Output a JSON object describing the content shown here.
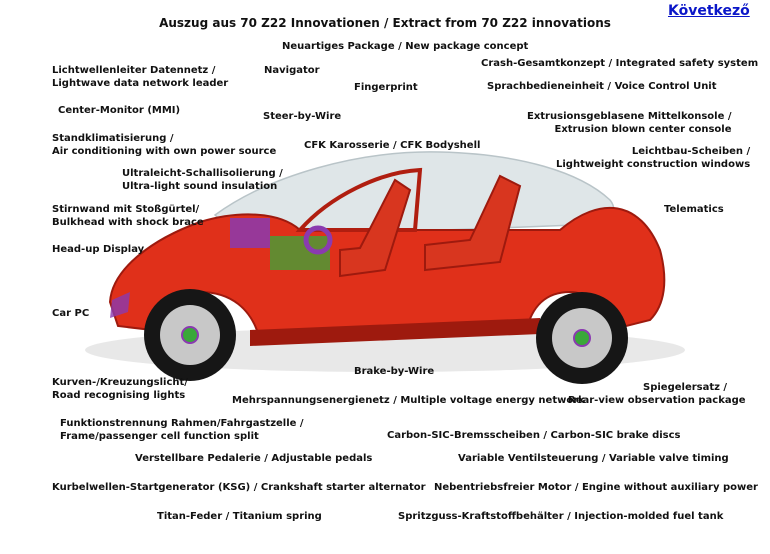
{
  "title": "Auszug aus 70 Z22 Innovationen / Extract  from 70 Z22 innovations",
  "next_link": "Következő",
  "labels": {
    "package": "Neuartiges Package / New package concept",
    "lichtwellen_1": "Lichtwellenleiter Datennetz /",
    "lichtwellen_2": "Lightwave data network leader",
    "navigator": "Navigator",
    "crash": "Crash-Gesamtkonzept / Integrated safety system",
    "fingerprint": "Fingerprint",
    "sprach": "Sprachbedieneinheit / Voice Control Unit",
    "center_monitor": "Center-Monitor (MMI)",
    "steer": "Steer-by-Wire",
    "extrusion_1": "Extrusionsgeblasene Mittelkonsole /",
    "extrusion_2": "Extrusion blown center console",
    "stand_1": "Standklimatisierung /",
    "stand_2": "Air conditioning with own power source",
    "cfk": "CFK Karosserie / CFK Bodyshell",
    "leichtbau_1": "Leichtbau-Scheiben /",
    "leichtbau_2": "Lightweight construction windows",
    "ultra_1": "Ultraleicht-Schallisolierung /",
    "ultra_2": "Ultra-light sound insulation",
    "stirnwand_1": "Stirnwand mit Stoßgürtel/",
    "stirnwand_2": "Bulkhead with shock brace",
    "telematics": "Telematics",
    "headup": "Head-up Display",
    "carpc": "Car PC",
    "brake": "Brake-by-Wire",
    "kurven_1": "Kurven-/Kreuzungslicht/",
    "kurven_2": "Road recognising lights",
    "mehrspannung": "Mehrspannungsenergienetz / Multiple voltage energy network",
    "spiegel_1": "Spiegelersatz /",
    "spiegel_2": "Rear-view observation package",
    "funktion_1": "Funktionstrennung Rahmen/Fahrgastzelle /",
    "funktion_2": "Frame/passenger cell function split",
    "carbon": "Carbon-SIC-Bremsscheiben / Carbon-SIC brake discs",
    "pedal": "Verstellbare Pedalerie / Adjustable pedals",
    "ventil": "Variable Ventilsteuerung / Variable valve timing",
    "kurbel": "Kurbelwellen-Startgenerator (KSG) / Crankshaft starter alternator",
    "nebentrieb": "Nebentriebsfreier Motor / Engine without auxiliary power",
    "titan": "Titan-Feder /  Titanium spring",
    "spritz": "Spritzguss-Kraftstoffbehälter / Injection-molded fuel tank"
  },
  "colors": {
    "body": "#e0301a",
    "body_dark": "#9e1a0e",
    "seat": "#d8361f",
    "glass": "#dfe6e8",
    "wheel": "#161616",
    "rim": "#c8c8c8",
    "accent_green": "#3aa83a",
    "accent_purple": "#8a3ab0",
    "link": "#0a16c8"
  }
}
